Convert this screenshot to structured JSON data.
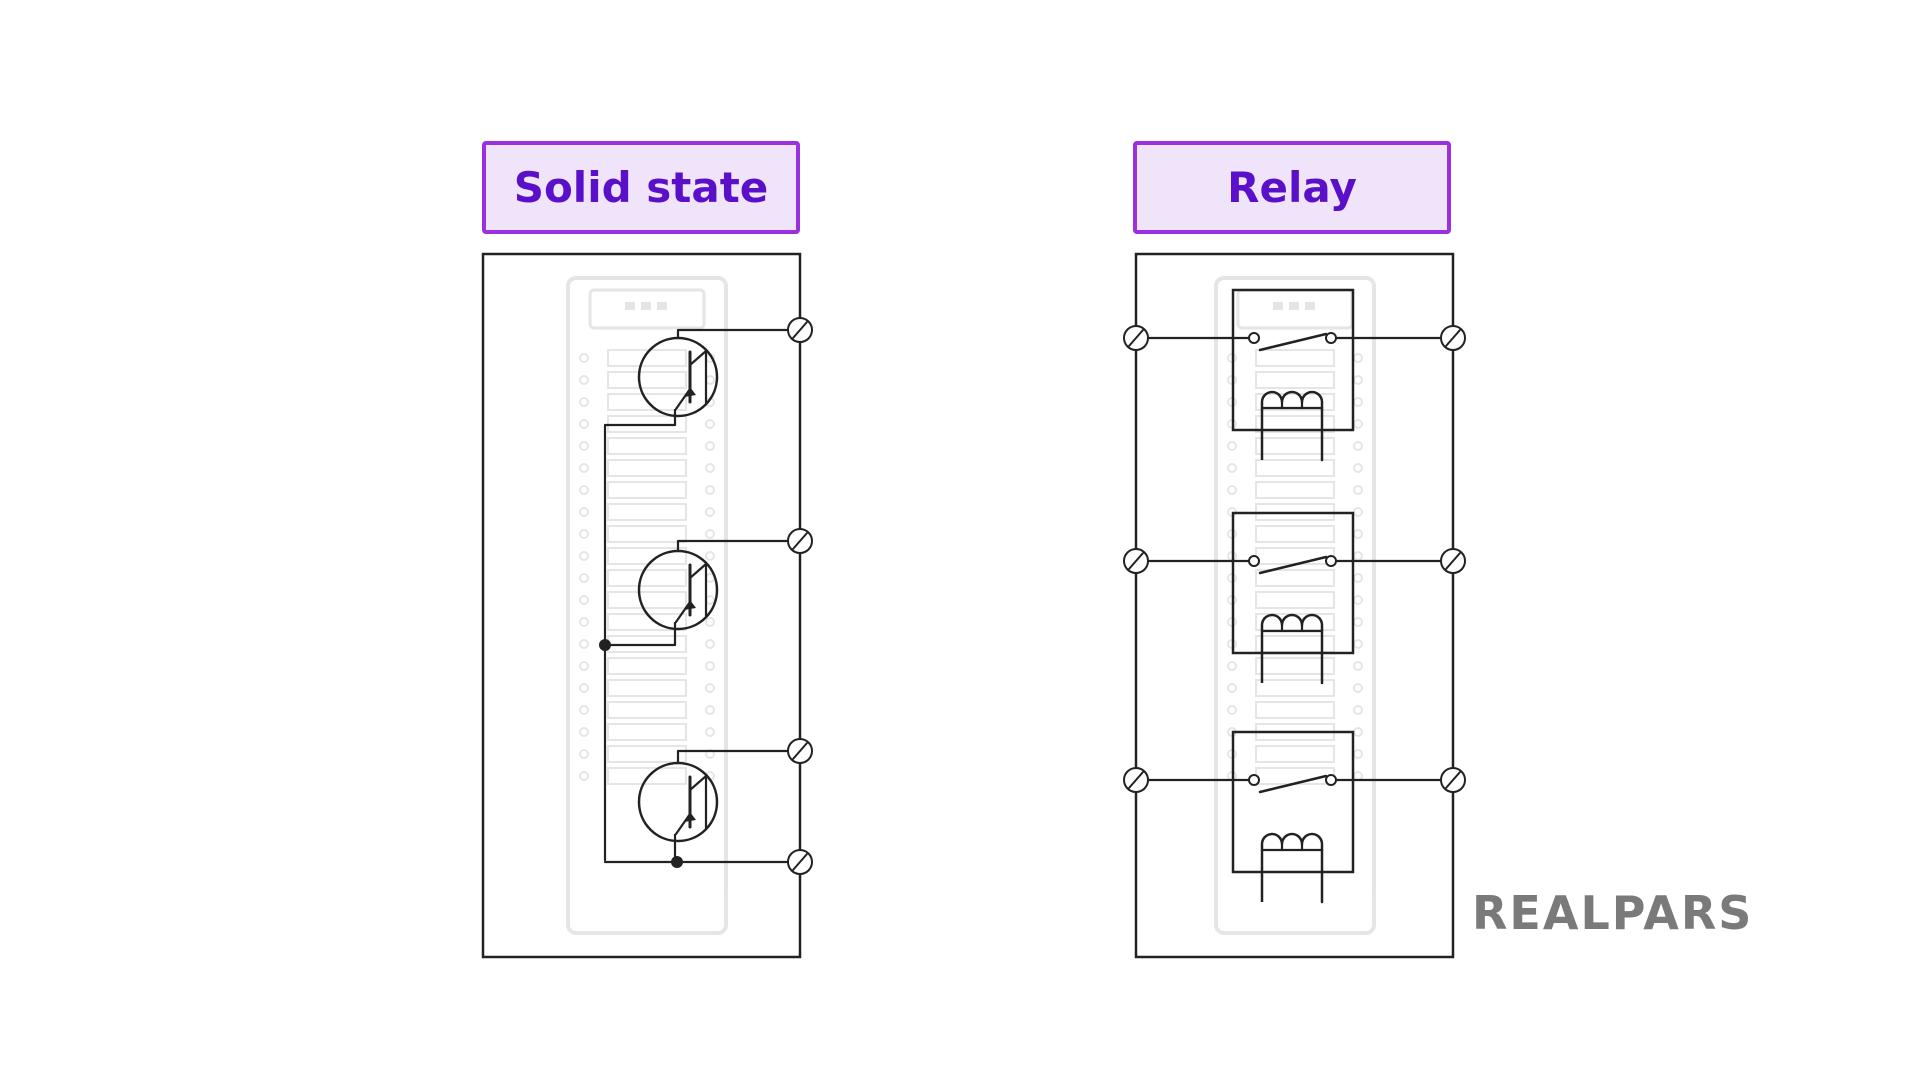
{
  "colors": {
    "header_border": "#9b30e0",
    "header_fill": "#f0e4fb",
    "header_text": "#5a10c8",
    "line": "#222222",
    "faint": "#e3e3e3",
    "brand": "#7a7a7a"
  },
  "solid_state": {
    "title": "Solid state",
    "symbol": "transistor",
    "channel_count": 3
  },
  "relay": {
    "title": "Relay",
    "symbol": "relay-contact-and-coil",
    "channel_count": 3
  },
  "brand": {
    "name": "REALPARS"
  }
}
